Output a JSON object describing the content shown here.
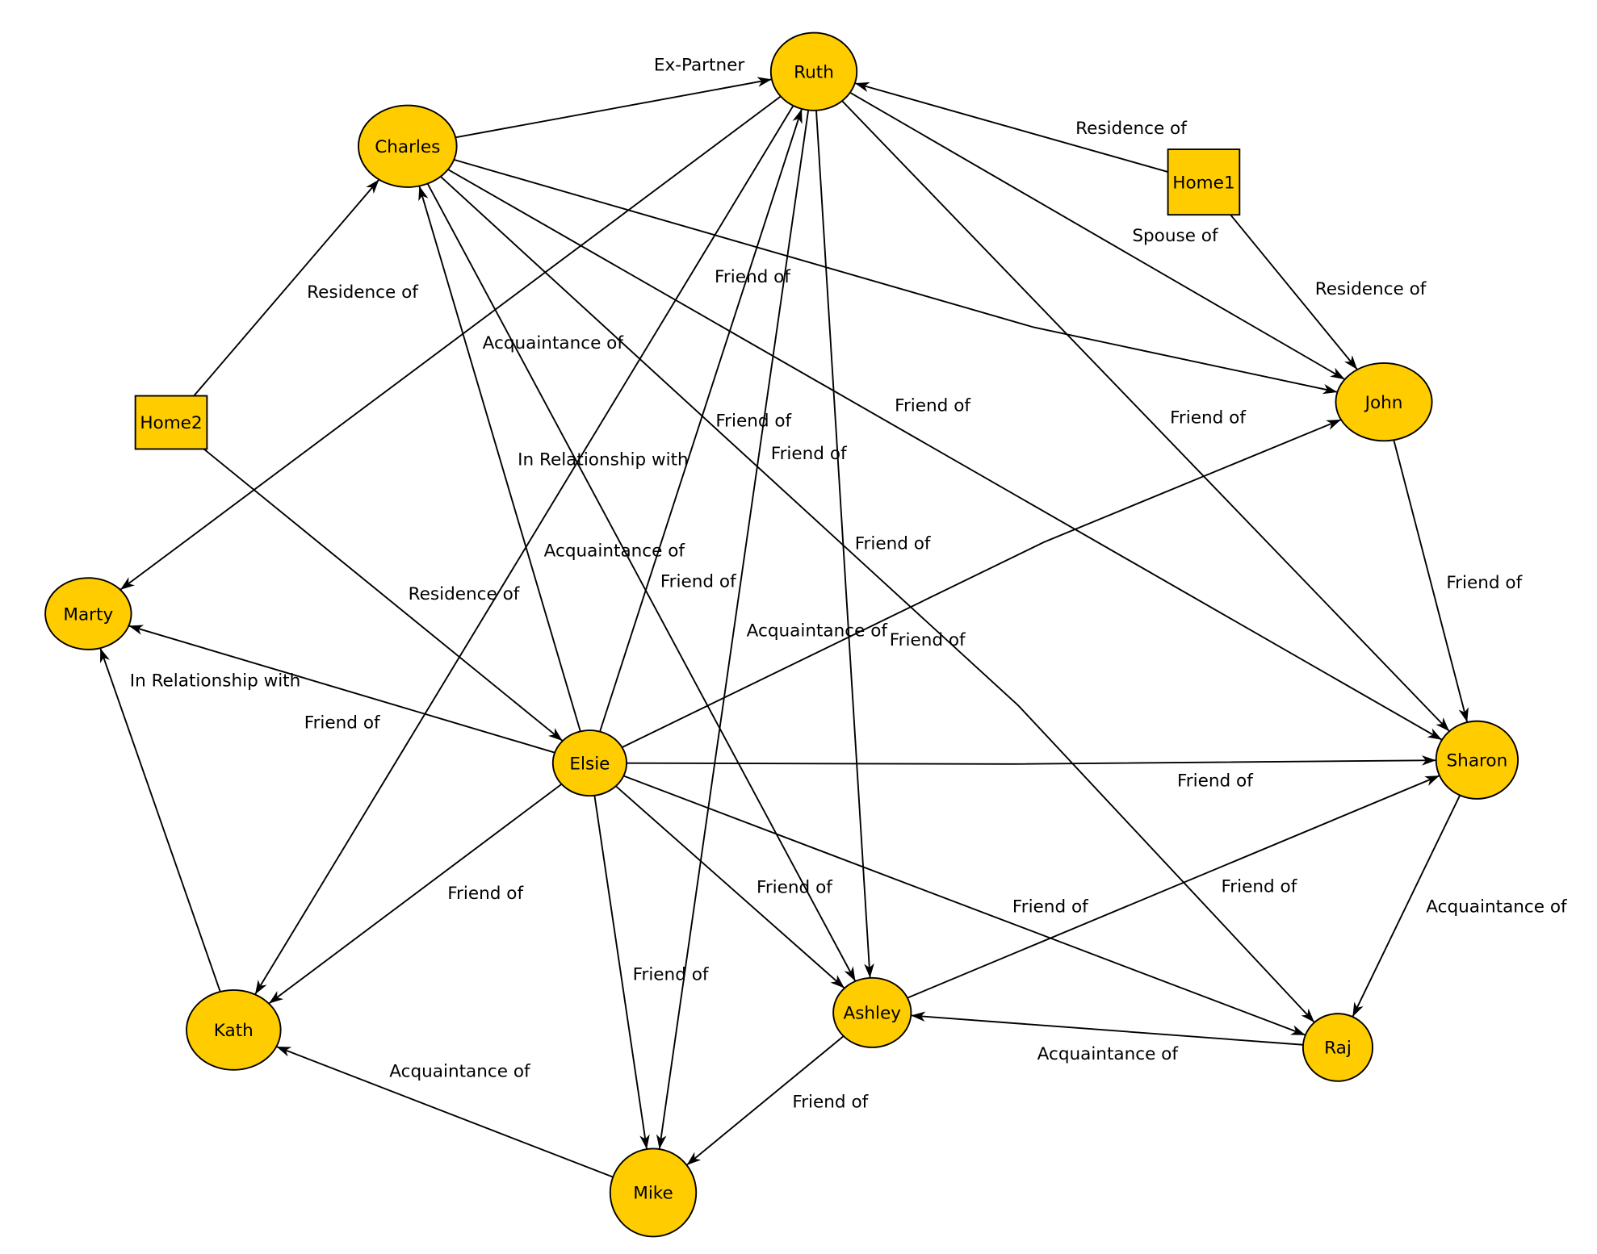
{
  "colors": {
    "node_fill": "#ffcc00",
    "stroke": "#000000",
    "background": "#ffffff"
  },
  "nodes": [
    {
      "id": "Ruth",
      "label": "Ruth",
      "shape": "ellipse"
    },
    {
      "id": "Charles",
      "label": "Charles",
      "shape": "ellipse"
    },
    {
      "id": "Home1",
      "label": "Home1",
      "shape": "box"
    },
    {
      "id": "Home2",
      "label": "Home2",
      "shape": "box"
    },
    {
      "id": "John",
      "label": "John",
      "shape": "ellipse"
    },
    {
      "id": "Marty",
      "label": "Marty",
      "shape": "ellipse"
    },
    {
      "id": "Elsie",
      "label": "Elsie",
      "shape": "ellipse"
    },
    {
      "id": "Sharon",
      "label": "Sharon",
      "shape": "ellipse"
    },
    {
      "id": "Kath",
      "label": "Kath",
      "shape": "ellipse"
    },
    {
      "id": "Ashley",
      "label": "Ashley",
      "shape": "ellipse"
    },
    {
      "id": "Raj",
      "label": "Raj",
      "shape": "ellipse"
    },
    {
      "id": "Mike",
      "label": "Mike",
      "shape": "ellipse"
    }
  ],
  "edges": [
    {
      "source": "Charles",
      "target": "Ruth",
      "label": "Ex-Partner"
    },
    {
      "source": "Home1",
      "target": "Ruth",
      "label": "Residence of"
    },
    {
      "source": "Ruth",
      "target": "John",
      "label": "Spouse of"
    },
    {
      "source": "Home1",
      "target": "John",
      "label": "Residence of"
    },
    {
      "source": "Home2",
      "target": "Charles",
      "label": "Residence of"
    },
    {
      "source": "Ruth",
      "target": "Marty",
      "label": "Acquaintance of"
    },
    {
      "source": "Elsie",
      "target": "Ruth",
      "label": "Friend of"
    },
    {
      "source": "Ruth",
      "target": "Mike",
      "label": "Friend of"
    },
    {
      "source": "Ruth",
      "target": "Ashley",
      "label": "Friend of"
    },
    {
      "source": "Charles",
      "target": "Sharon",
      "label": "Friend of"
    },
    {
      "source": "Ruth",
      "target": "Sharon",
      "label": "Friend of"
    },
    {
      "source": "Charles",
      "target": "Raj",
      "label": "Friend of"
    },
    {
      "source": "Ruth",
      "target": "Kath",
      "label": "Friend of"
    },
    {
      "source": "Charles",
      "target": "John",
      "label": "Friend of"
    },
    {
      "source": "Elsie",
      "target": "Charles",
      "label": "In Relationship with"
    },
    {
      "source": "Charles",
      "target": "Ashley",
      "label": "Acquaintance of"
    },
    {
      "source": "Home2",
      "target": "Elsie",
      "label": "Residence of"
    },
    {
      "source": "Elsie",
      "target": "John",
      "label": "Acquaintance of"
    },
    {
      "source": "Elsie",
      "target": "Marty",
      "label": "Friend of"
    },
    {
      "source": "Kath",
      "target": "Marty",
      "label": "In Relationship with"
    },
    {
      "source": "Elsie",
      "target": "Sharon",
      "label": "Friend of"
    },
    {
      "source": "Elsie",
      "target": "Kath",
      "label": "Friend of"
    },
    {
      "source": "Elsie",
      "target": "Mike",
      "label": "Friend of"
    },
    {
      "source": "Elsie",
      "target": "Ashley",
      "label": "Friend of"
    },
    {
      "source": "Elsie",
      "target": "Raj",
      "label": "Friend of"
    },
    {
      "source": "Ashley",
      "target": "Sharon",
      "label": "Friend of"
    },
    {
      "source": "Sharon",
      "target": "Raj",
      "label": "Acquaintance of"
    },
    {
      "source": "John",
      "target": "Sharon",
      "label": "Friend of"
    },
    {
      "source": "Raj",
      "target": "Ashley",
      "label": "Acquaintance of"
    },
    {
      "source": "Ashley",
      "target": "Mike",
      "label": "Friend of"
    },
    {
      "source": "Mike",
      "target": "Kath",
      "label": "Acquaintance of"
    }
  ]
}
